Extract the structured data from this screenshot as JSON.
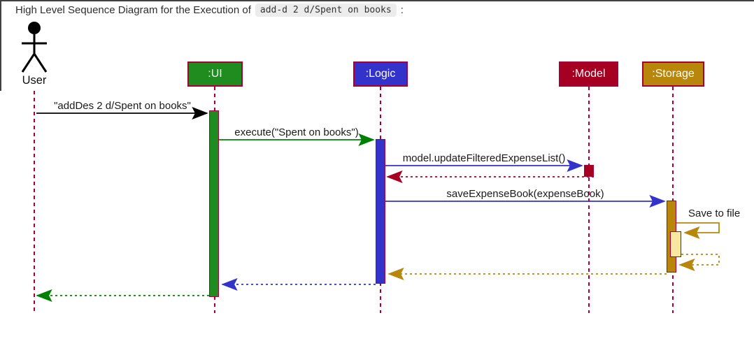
{
  "title": {
    "prefix": "High Level Sequence Diagram for the Execution of",
    "code": "add-d 2 d/Spent on books",
    "suffix": ":"
  },
  "actor": {
    "name": "User"
  },
  "participants": [
    {
      "name": ":UI",
      "fill": "#1E8C1E",
      "border": "#A80036"
    },
    {
      "name": ":Logic",
      "fill": "#3333CC",
      "border": "#A80036"
    },
    {
      "name": ":Model",
      "fill": "#A50021",
      "border": "#A80036"
    },
    {
      "name": ":Storage",
      "fill": "#B8860B",
      "border": "#A80036"
    }
  ],
  "lifeline_color": "#A80036",
  "nested_activation_fill": "#F8E7A1",
  "messages": [
    {
      "from": "User",
      "to": ":UI",
      "label": "\"addDes 2 d/Spent on books\"",
      "line": "solid",
      "kind": "call",
      "color": "#000000"
    },
    {
      "from": ":UI",
      "to": ":Logic",
      "label": "execute(\"Spent on books\")",
      "line": "solid",
      "kind": "call",
      "color": "#008000"
    },
    {
      "from": ":Logic",
      "to": ":Model",
      "label": "model.updateFilteredExpenseList()",
      "line": "solid",
      "kind": "call",
      "color": "#3333CC"
    },
    {
      "from": ":Model",
      "to": ":Logic",
      "label": "",
      "line": "dashed",
      "kind": "return",
      "color": "#A50021"
    },
    {
      "from": ":Logic",
      "to": ":Storage",
      "label": "saveExpenseBook(expenseBook)",
      "line": "solid",
      "kind": "call",
      "color": "#3333CC"
    },
    {
      "from": ":Storage",
      "to": ":Storage",
      "label": "Save to file",
      "line": "solid",
      "kind": "self-call",
      "color": "#B8860B"
    },
    {
      "from": ":Storage",
      "to": ":Storage",
      "label": "",
      "line": "dashed",
      "kind": "self-return",
      "color": "#B8860B"
    },
    {
      "from": ":Storage",
      "to": ":Logic",
      "label": "",
      "line": "dashed",
      "kind": "return",
      "color": "#B8860B"
    },
    {
      "from": ":Logic",
      "to": ":UI",
      "label": "",
      "line": "dashed",
      "kind": "return",
      "color": "#3333CC"
    },
    {
      "from": ":UI",
      "to": "User",
      "label": "",
      "line": "dashed",
      "kind": "return",
      "color": "#008000"
    }
  ]
}
